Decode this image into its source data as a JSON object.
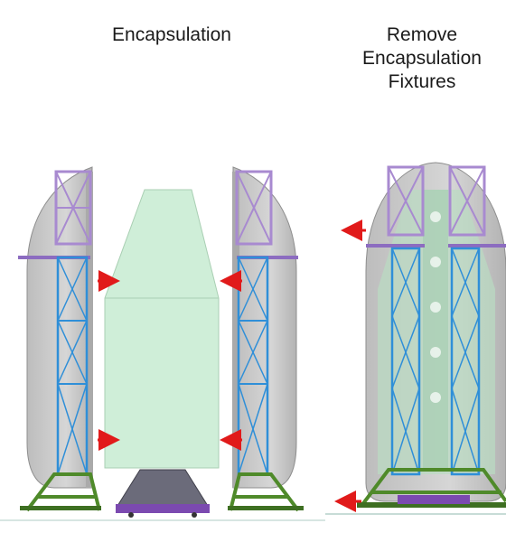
{
  "left_panel": {
    "title": "Encapsulation"
  },
  "right_panel": {
    "title_lines": [
      "Remove",
      "Encapsulation",
      "Fixtures"
    ]
  },
  "colors": {
    "fairing_gray": "#c8c8c8",
    "fairing_edge": "#8e8e8e",
    "payload_green": "#cfeed8",
    "payload_edge": "#a9cfb3",
    "tower_blue": "#2f8fd8",
    "tower_top_purple": "#a88ad0",
    "base_green": "#4f8a2a",
    "adapter_dark": "#5a5a6a",
    "arrow_red": "#e11a1a"
  },
  "icons": [
    "arrow-right-icon",
    "arrow-left-icon"
  ]
}
